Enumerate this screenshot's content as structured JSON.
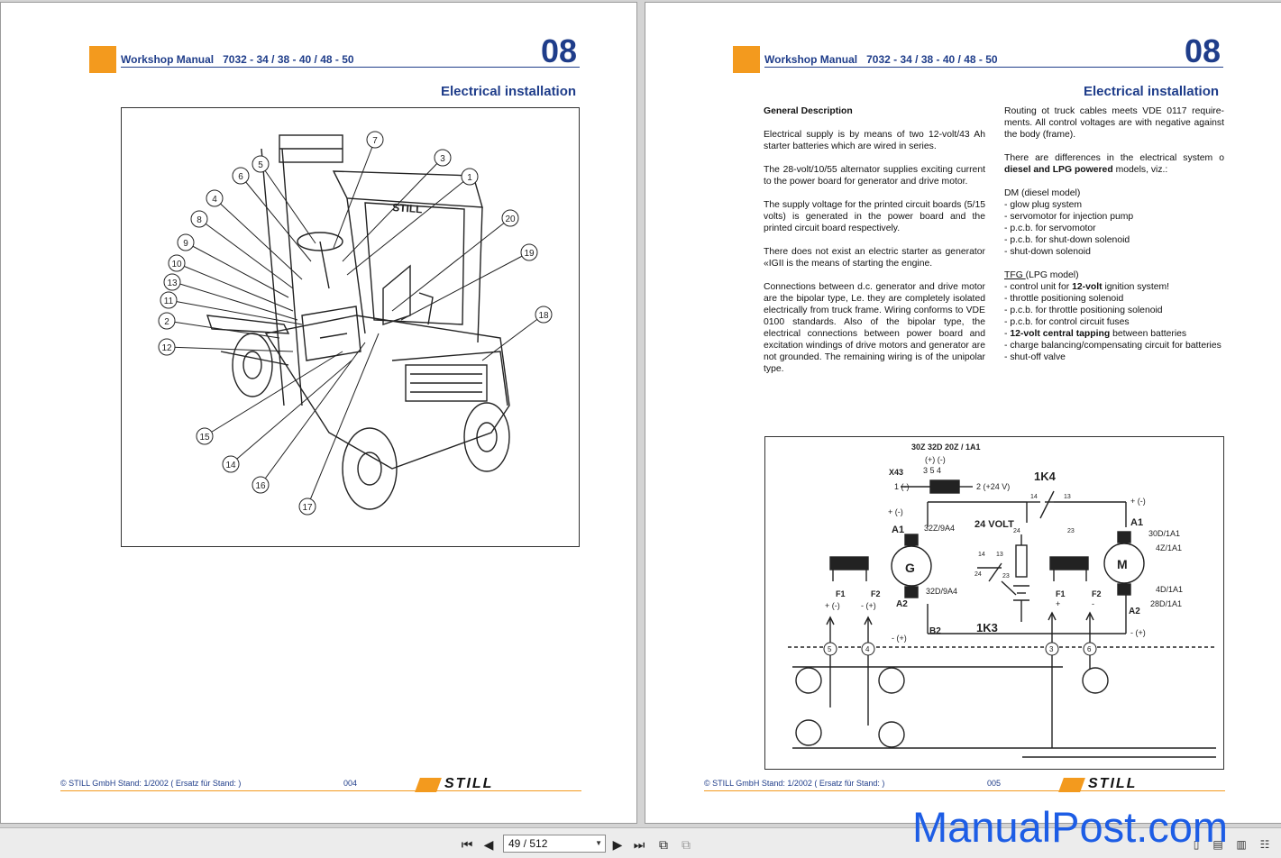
{
  "header": {
    "manual_label": "Workshop Manual",
    "models": "7032 - 34 / 38 - 40 / 48 - 50",
    "chapter": "08",
    "section": "Electrical installation"
  },
  "left_page": {
    "callouts": [
      "1",
      "2",
      "3",
      "4",
      "5",
      "6",
      "7",
      "8",
      "9",
      "10",
      "11",
      "12",
      "13",
      "14",
      "15",
      "16",
      "17",
      "18",
      "19",
      "20"
    ],
    "logo_text": "STILL"
  },
  "right_page": {
    "col1": {
      "heading": "General Description",
      "p1": "Electrical supply is by means of two 12-volt/43 Ah starter batteries which are wired in series.",
      "p2": "The 28-volt/10/55 alternator supplies exciting current to the power board for generator and drive motor.",
      "p3": "The supply voltage for the printed circuit boards (5/15 volts) is generated in the power board and the printed circuit board respectively.",
      "p4": "There does not exist an electric starter as generator «IGII is the means of starting the engine.",
      "p5": "Connections between d.c. generator and drive motor are the bipolar type, Le. they are completely isolated electrically from truck frame. Wiring conforms to VDE 0100 standards. Also of the bipolar type, the electrical connections between power board and excitation windings of drive motors and generator are not grounded. The remaining wiring is of the unipolar type."
    },
    "col2": {
      "p1": "Routing ot truck cables meets VDE 0117 require-ments. All control voltages are with negative against the body (frame).",
      "p2_a": "There are differences in the electrical system o",
      "p2_b": "diesel and LPG powered",
      "p2_c": " models, viz.:",
      "dm_title": "DM (diesel model)",
      "dm_items": [
        "- glow plug system",
        "- servomotor for injection pump",
        "- p.c.b. for servomotor",
        "- p.c.b. for shut-down solenoid",
        "- shut-down solenoid"
      ],
      "tfg_abbr": "TFG ",
      "tfg_rest": "(LPG model)",
      "tfg_item1_a": "- control unit for ",
      "tfg_item1_b": "12-volt",
      "tfg_item1_c": " ignition system!",
      "tfg_item2": "- throttle positioning solenoid",
      "tfg_item3": "- p.c.b. for throttle positioning solenoid",
      "tfg_item4": "- p.c.b. for control circuit fuses",
      "tfg_item5_a": "- ",
      "tfg_item5_b": "12-volt central tapping",
      "tfg_item5_c": " between batteries",
      "tfg_item6": "- charge balancing/compensating circuit for batteries",
      "tfg_item7": "- shut-off valve"
    },
    "schematic": {
      "top_label": "30Z  32D  20Z / 1A1",
      "x43": "X43",
      "pins": "(+)  (-)",
      "pin_nums": "3  5  4",
      "pin1": "1 (-)",
      "pin2": "2 (+24 V)",
      "k4": "1K4",
      "k3": "1K3",
      "volt": "24 VOLT",
      "gen": "G",
      "mot": "M",
      "a1_left": "A1",
      "a2_left": "A2",
      "a1_right": "A1",
      "a2_right": "A2",
      "b2": "B2",
      "z32": "32Z/9A4",
      "d32": "32D/9A4",
      "r1": "30D/1A1",
      "r2": "4Z/1A1",
      "r3": "4D/1A1",
      "r4": "28D/1A1",
      "f1": "F1",
      "f2": "F2",
      "plus_minus": "+ (-)",
      "minus_plus": "- (+)",
      "plus": "+",
      "minus": "-",
      "n14a": "14",
      "n13a": "13",
      "n23a": "23",
      "n14b": "14",
      "n13b": "13",
      "n24": "24",
      "n23b": "23",
      "n24b": "24",
      "c5": "5",
      "c4": "4",
      "c3": "3",
      "c6": "6"
    }
  },
  "footer": {
    "left_text": "© STILL GmbH   Stand:  1/2002 ( Ersatz für Stand:             )",
    "left_num": "004",
    "right_text": "© STILL GmbH   Stand:  1/2002 ( Ersatz für Stand:             )",
    "right_num": "005",
    "logo_text": "STILL"
  },
  "toolbar": {
    "page_indicator": "49 / 512"
  },
  "watermark": "ManualPost.com"
}
